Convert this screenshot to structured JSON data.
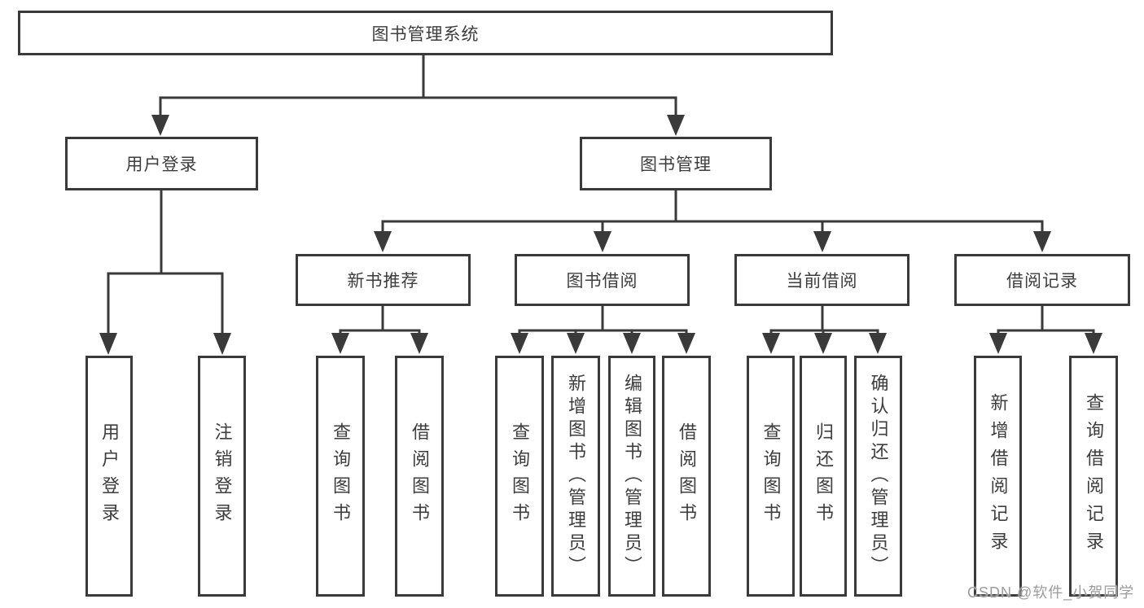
{
  "watermark": "CSDN @软件_小贺同学",
  "colors": {
    "line": "#3a3a3a",
    "text": "#3d3d3d",
    "box_background": "#ffffff",
    "watermark_text": "#9c9c9c"
  },
  "tree": {
    "label": "图书管理系统",
    "children": [
      {
        "label": "用户登录",
        "children": [
          {
            "label": "用户登录"
          },
          {
            "label": "注销登录"
          }
        ]
      },
      {
        "label": "图书管理",
        "children": [
          {
            "label": "新书推荐",
            "children": [
              {
                "label": "查询图书"
              },
              {
                "label": "借阅图书"
              }
            ]
          },
          {
            "label": "图书借阅",
            "children": [
              {
                "label": "查询图书"
              },
              {
                "label": "新增图书（管理员）"
              },
              {
                "label": "编辑图书（管理员）"
              },
              {
                "label": "借阅图书"
              }
            ]
          },
          {
            "label": "当前借阅",
            "children": [
              {
                "label": "查询图书"
              },
              {
                "label": "归还图书"
              },
              {
                "label": "确认归还（管理员）"
              }
            ]
          },
          {
            "label": "借阅记录",
            "children": [
              {
                "label": "新增借阅记录"
              },
              {
                "label": "查询借阅记录"
              }
            ]
          }
        ]
      }
    ]
  }
}
